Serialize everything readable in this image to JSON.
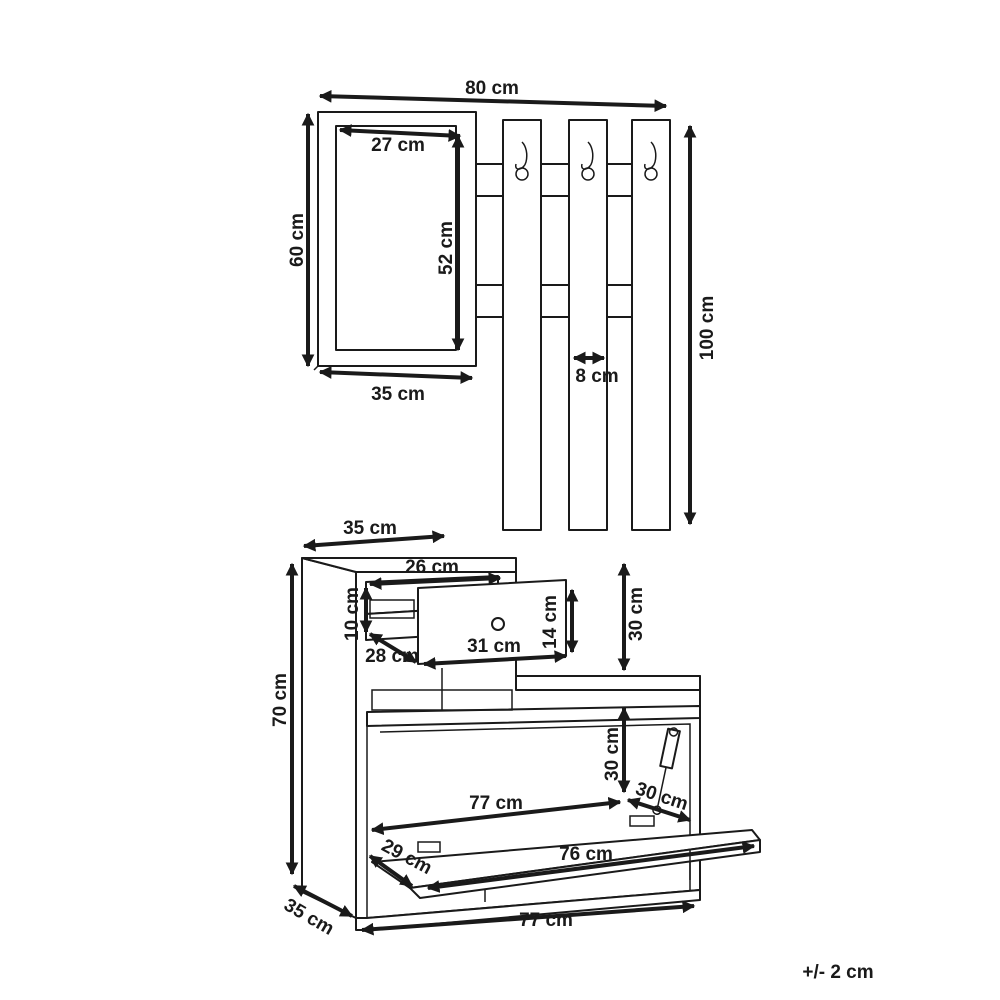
{
  "labels": {
    "top_width": "80 cm",
    "mirror_height": "60 cm",
    "mirror_inner_width": "27 cm",
    "mirror_inner_height": "52 cm",
    "mirror_width": "35 cm",
    "rack_height": "100 cm",
    "slat_width": "8 cm",
    "cabinet_top_depth": "35 cm",
    "drawer_width": "26 cm",
    "drawer_side_height": "10 cm",
    "drawer_front_height": "14 cm",
    "drawer_depth": "28 cm",
    "drawer_front_width": "31 cm",
    "upper_tower_height": "30 cm",
    "cabinet_height": "70 cm",
    "flap_opening_height": "30 cm",
    "inner_width": "77 cm",
    "flap_depth": "30 cm",
    "flap_side": "29 cm",
    "flap_width": "76 cm",
    "base_depth": "35 cm",
    "base_width": "77 cm"
  },
  "tolerance": "+/- 2 cm"
}
